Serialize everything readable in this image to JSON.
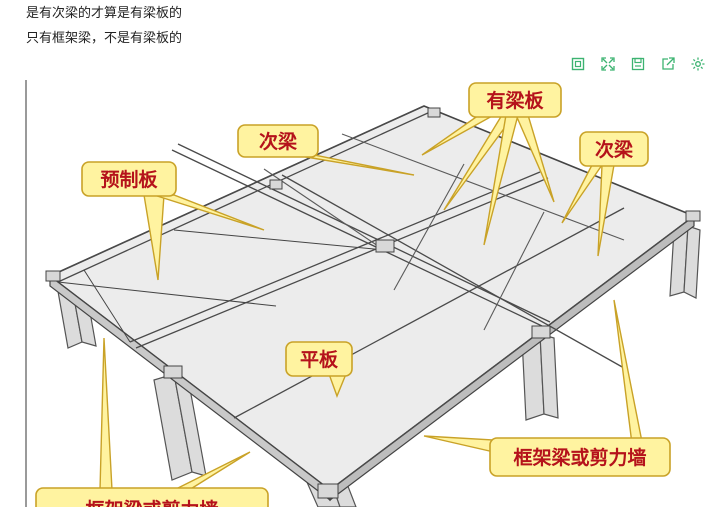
{
  "post": {
    "line1": "是有次梁的才算是有梁板的",
    "line2": "只有框架梁，不是有梁板的"
  },
  "toolbar": {
    "icons": [
      "fit-icon",
      "fullscreen-icon",
      "save-icon",
      "share-icon",
      "settings-icon"
    ],
    "accent_color": "#3cb371"
  },
  "figure": {
    "callouts": {
      "youliangban": "有梁板",
      "ciliang_left": "次梁",
      "ciliang_right": "次梁",
      "yuzhiban": "预制板",
      "pingban": "平板",
      "kuangjia_right": "框架梁或剪力墙",
      "kuangjia_left": "框架梁或剪力墙"
    },
    "callout_fill": "#fff3a0",
    "callout_border": "#c9a227",
    "callout_text_color": "#b5121b"
  }
}
